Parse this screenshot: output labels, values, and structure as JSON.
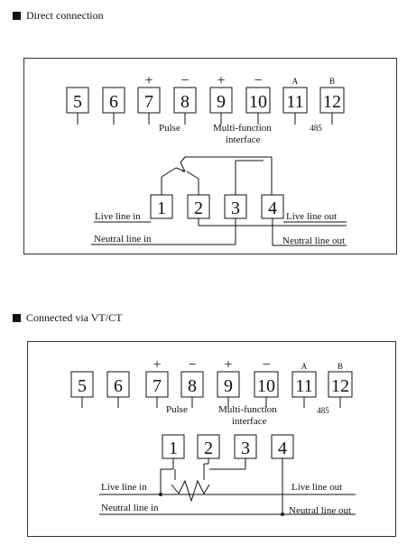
{
  "sections": {
    "direct": {
      "title": "Direct connection",
      "terminals_top": [
        "5",
        "6",
        "7",
        "8",
        "9",
        "10",
        "11",
        "12"
      ],
      "polarity": [
        "+",
        "−",
        "+",
        "−",
        "A",
        "B"
      ],
      "labels": {
        "pulse": "Pulse",
        "multifunction_line1": "Multi-function",
        "multifunction_line2": "interface",
        "rs485": "485",
        "live_in": "Live line in",
        "live_out": "Live line out",
        "neutral_in": "Neutral line in",
        "neutral_out": "Neutral line out"
      },
      "terminals_bottom": [
        "1",
        "2",
        "3",
        "4"
      ]
    },
    "vtct": {
      "title": "Connected via VT/CT",
      "terminals_top": [
        "5",
        "6",
        "7",
        "8",
        "9",
        "10",
        "11",
        "12"
      ],
      "polarity": [
        "+",
        "−",
        "+",
        "−",
        "A",
        "B"
      ],
      "labels": {
        "pulse": "Pulse",
        "multifunction_line1": "Multi-function",
        "multifunction_line2": "interface",
        "rs485": "485",
        "live_in": "Live line in",
        "live_out": "Live line out",
        "neutral_in": "Neutral line in",
        "neutral_out": "Neutral line out"
      },
      "terminals_bottom": [
        "1",
        "2",
        "3",
        "4"
      ]
    }
  }
}
